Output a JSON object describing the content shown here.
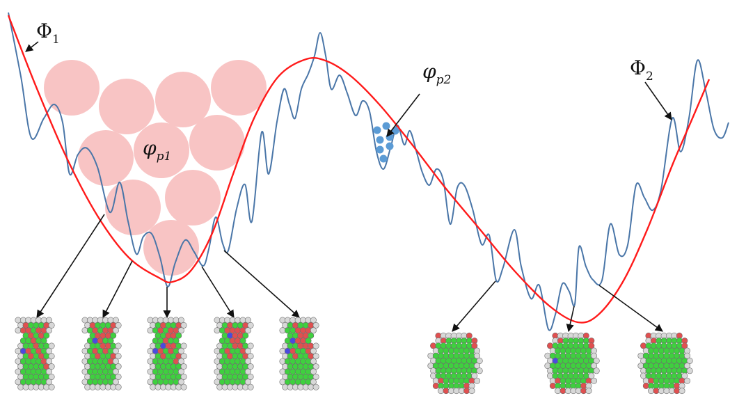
{
  "labels": {
    "phi1": {
      "main": "Φ",
      "sub": "1"
    },
    "phi2": {
      "main": "Φ",
      "sub": "2"
    },
    "varphi_p1": {
      "main": "φ",
      "sub": "p1"
    },
    "varphi_p2": {
      "main": "φ",
      "sub": "p2"
    }
  },
  "colors": {
    "rough_landscape": "#4a76a8",
    "coarse_landscape": "#ff1a1a",
    "large_particles": "#f8c4c4",
    "small_particles": "#5b9bd5",
    "arrows": "#111111",
    "atom_fcc": "#3fd03f",
    "atom_hcp": "#e05050",
    "atom_bcc": "#4a4ae0",
    "atom_surface": "#d8d8d8"
  },
  "structures": {
    "group1": {
      "count": 5,
      "shape": "necked-column"
    },
    "group2": {
      "count": 3,
      "shape": "barrel"
    }
  }
}
